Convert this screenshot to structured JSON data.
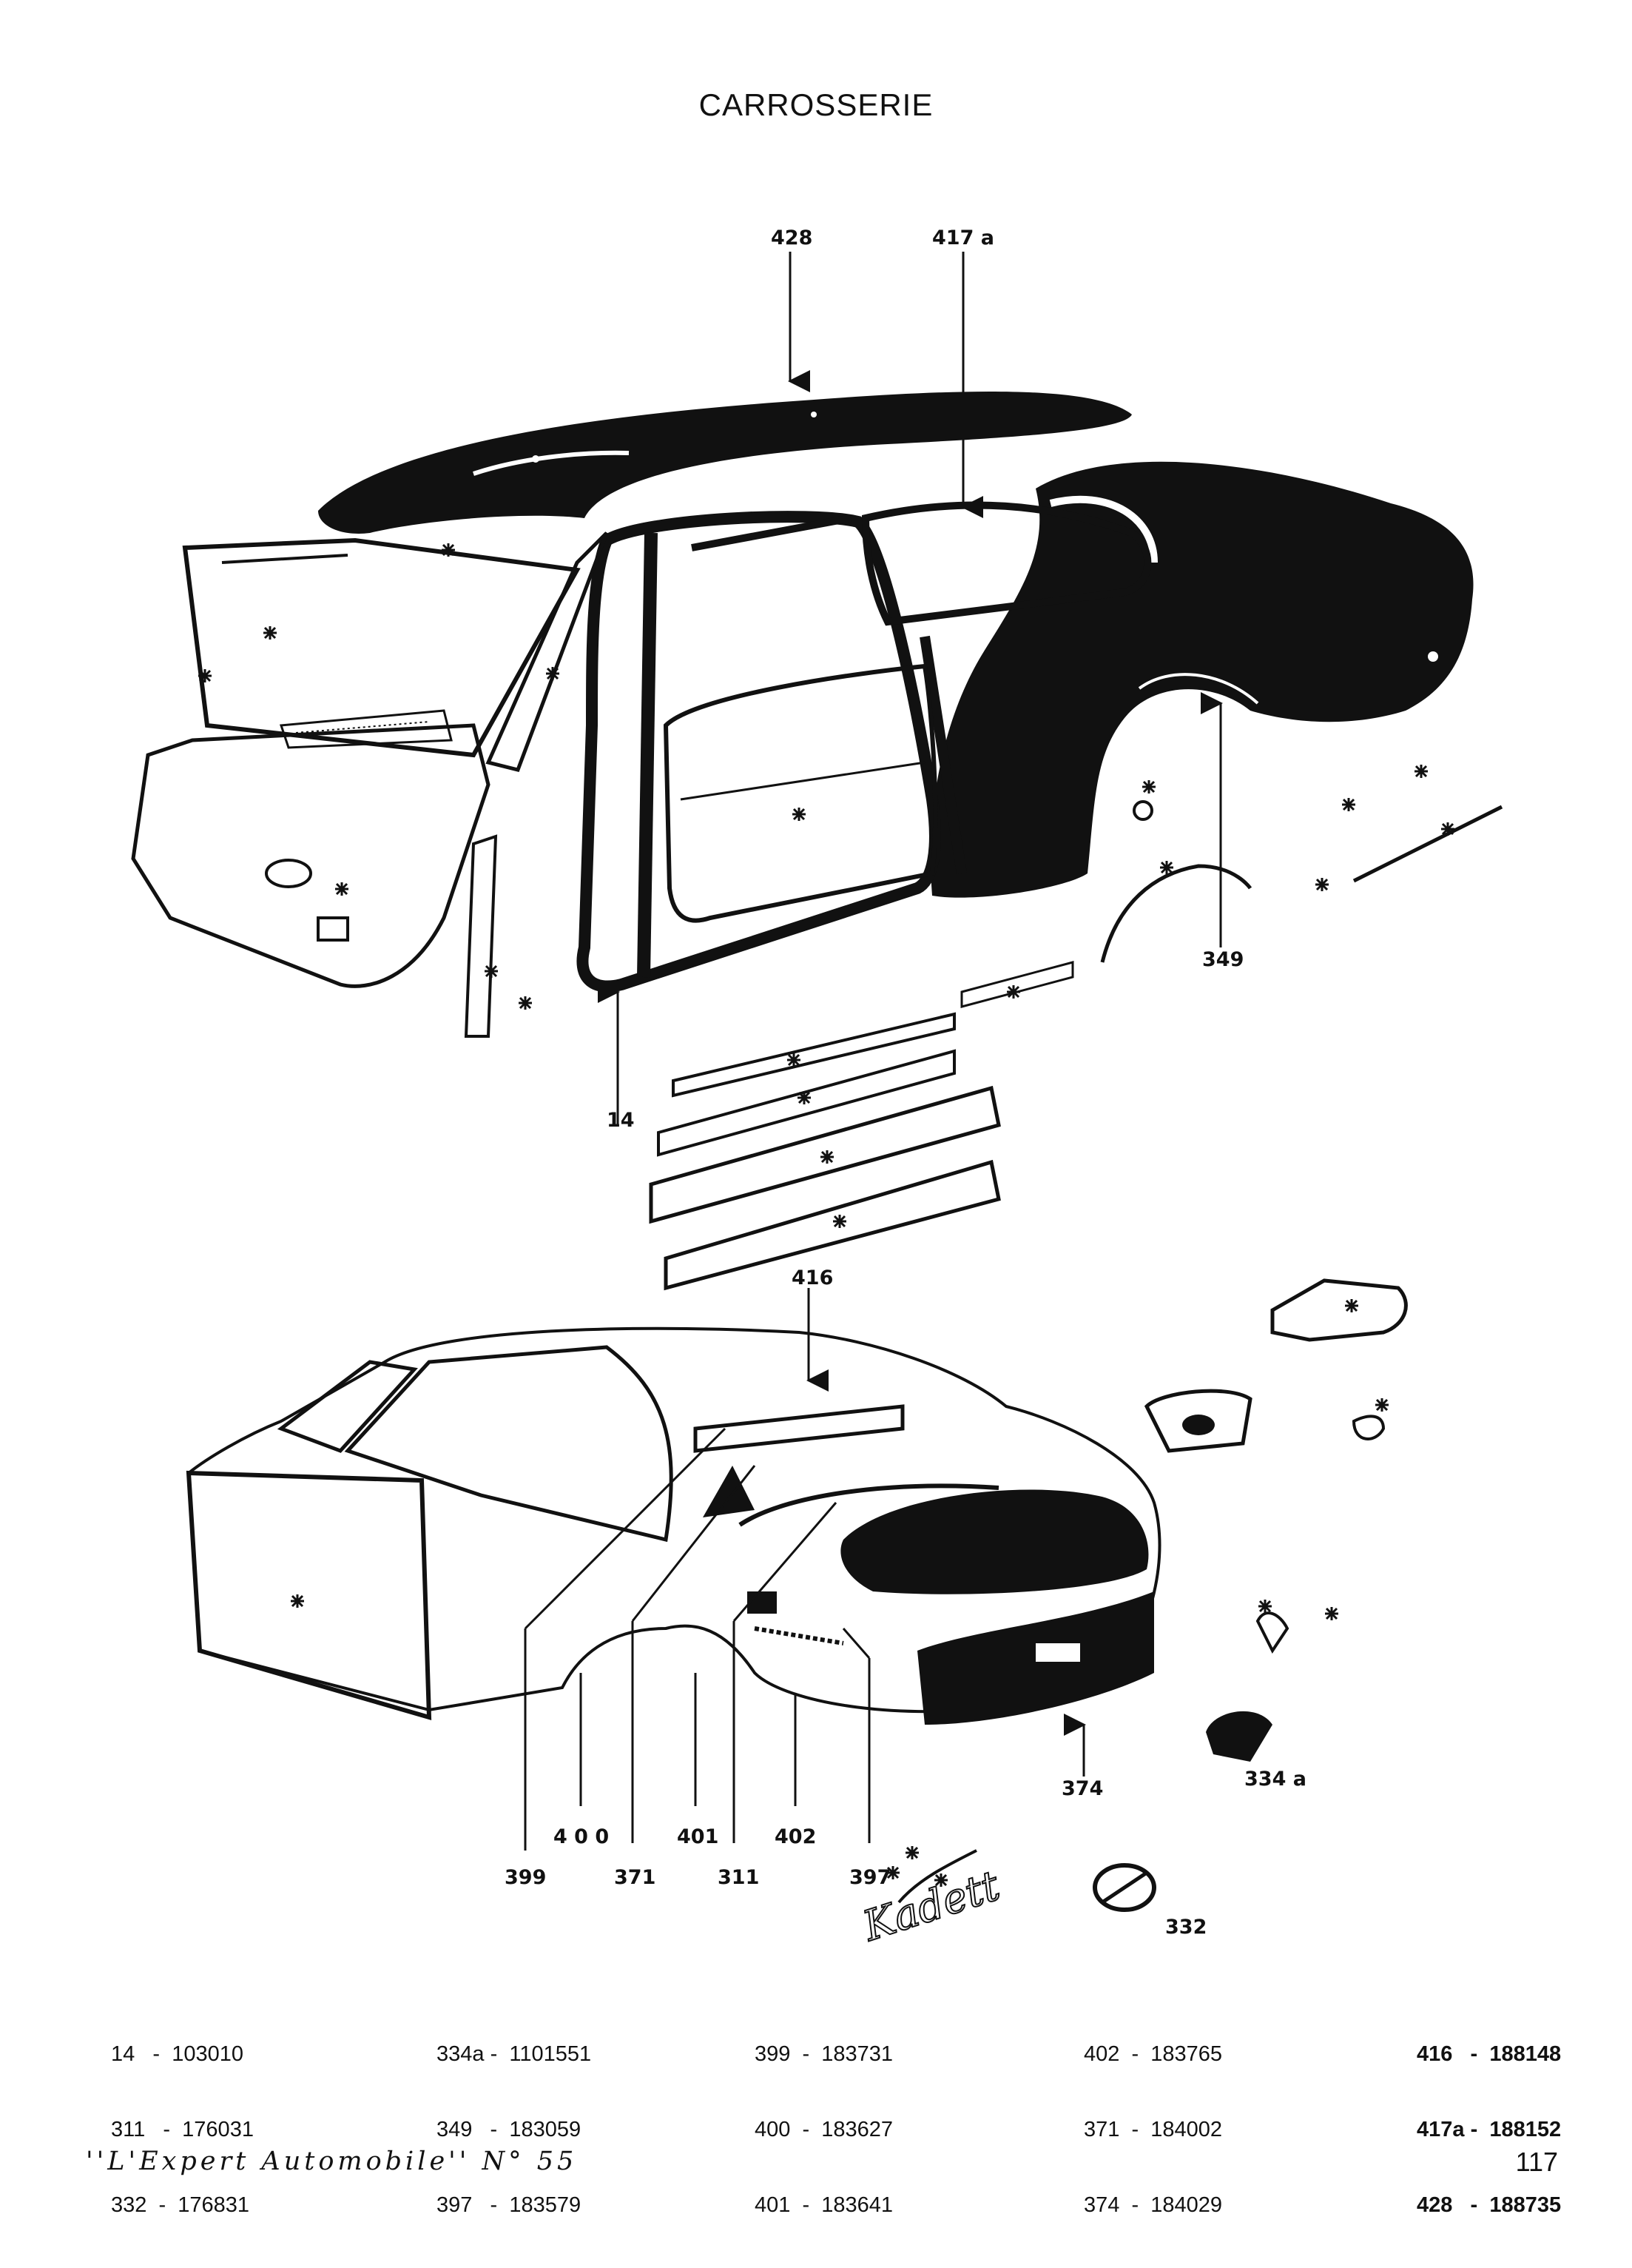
{
  "page": {
    "title": "CARROSSERIE",
    "footer_source": "''L'Expert Automobile'' N° 55",
    "page_number": "117"
  },
  "callouts": {
    "c428": "428",
    "c417a": "417 a",
    "c14": "14",
    "c349": "349",
    "c416": "416",
    "c334a": "334 a",
    "c374": "374",
    "c332": "332",
    "c399": "399",
    "c400": "4 0 0",
    "c371": "371",
    "c401": "401",
    "c311": "311",
    "c402": "402",
    "c397": "397"
  },
  "badge_script": "Kadett",
  "parts_table": [
    [
      "14   -  103010",
      "311   -  176031",
      "332  -  176831"
    ],
    [
      "334a -  1101551",
      "349   -  183059",
      "397   -  183579"
    ],
    [
      "399  -  183731",
      "400  -  183627",
      "401  -  183641"
    ],
    [
      "402  -  183765",
      "371  -  184002",
      "374  -  184029"
    ],
    [
      "416   -  188148",
      "417a -  188152",
      "428   -  188735"
    ]
  ]
}
